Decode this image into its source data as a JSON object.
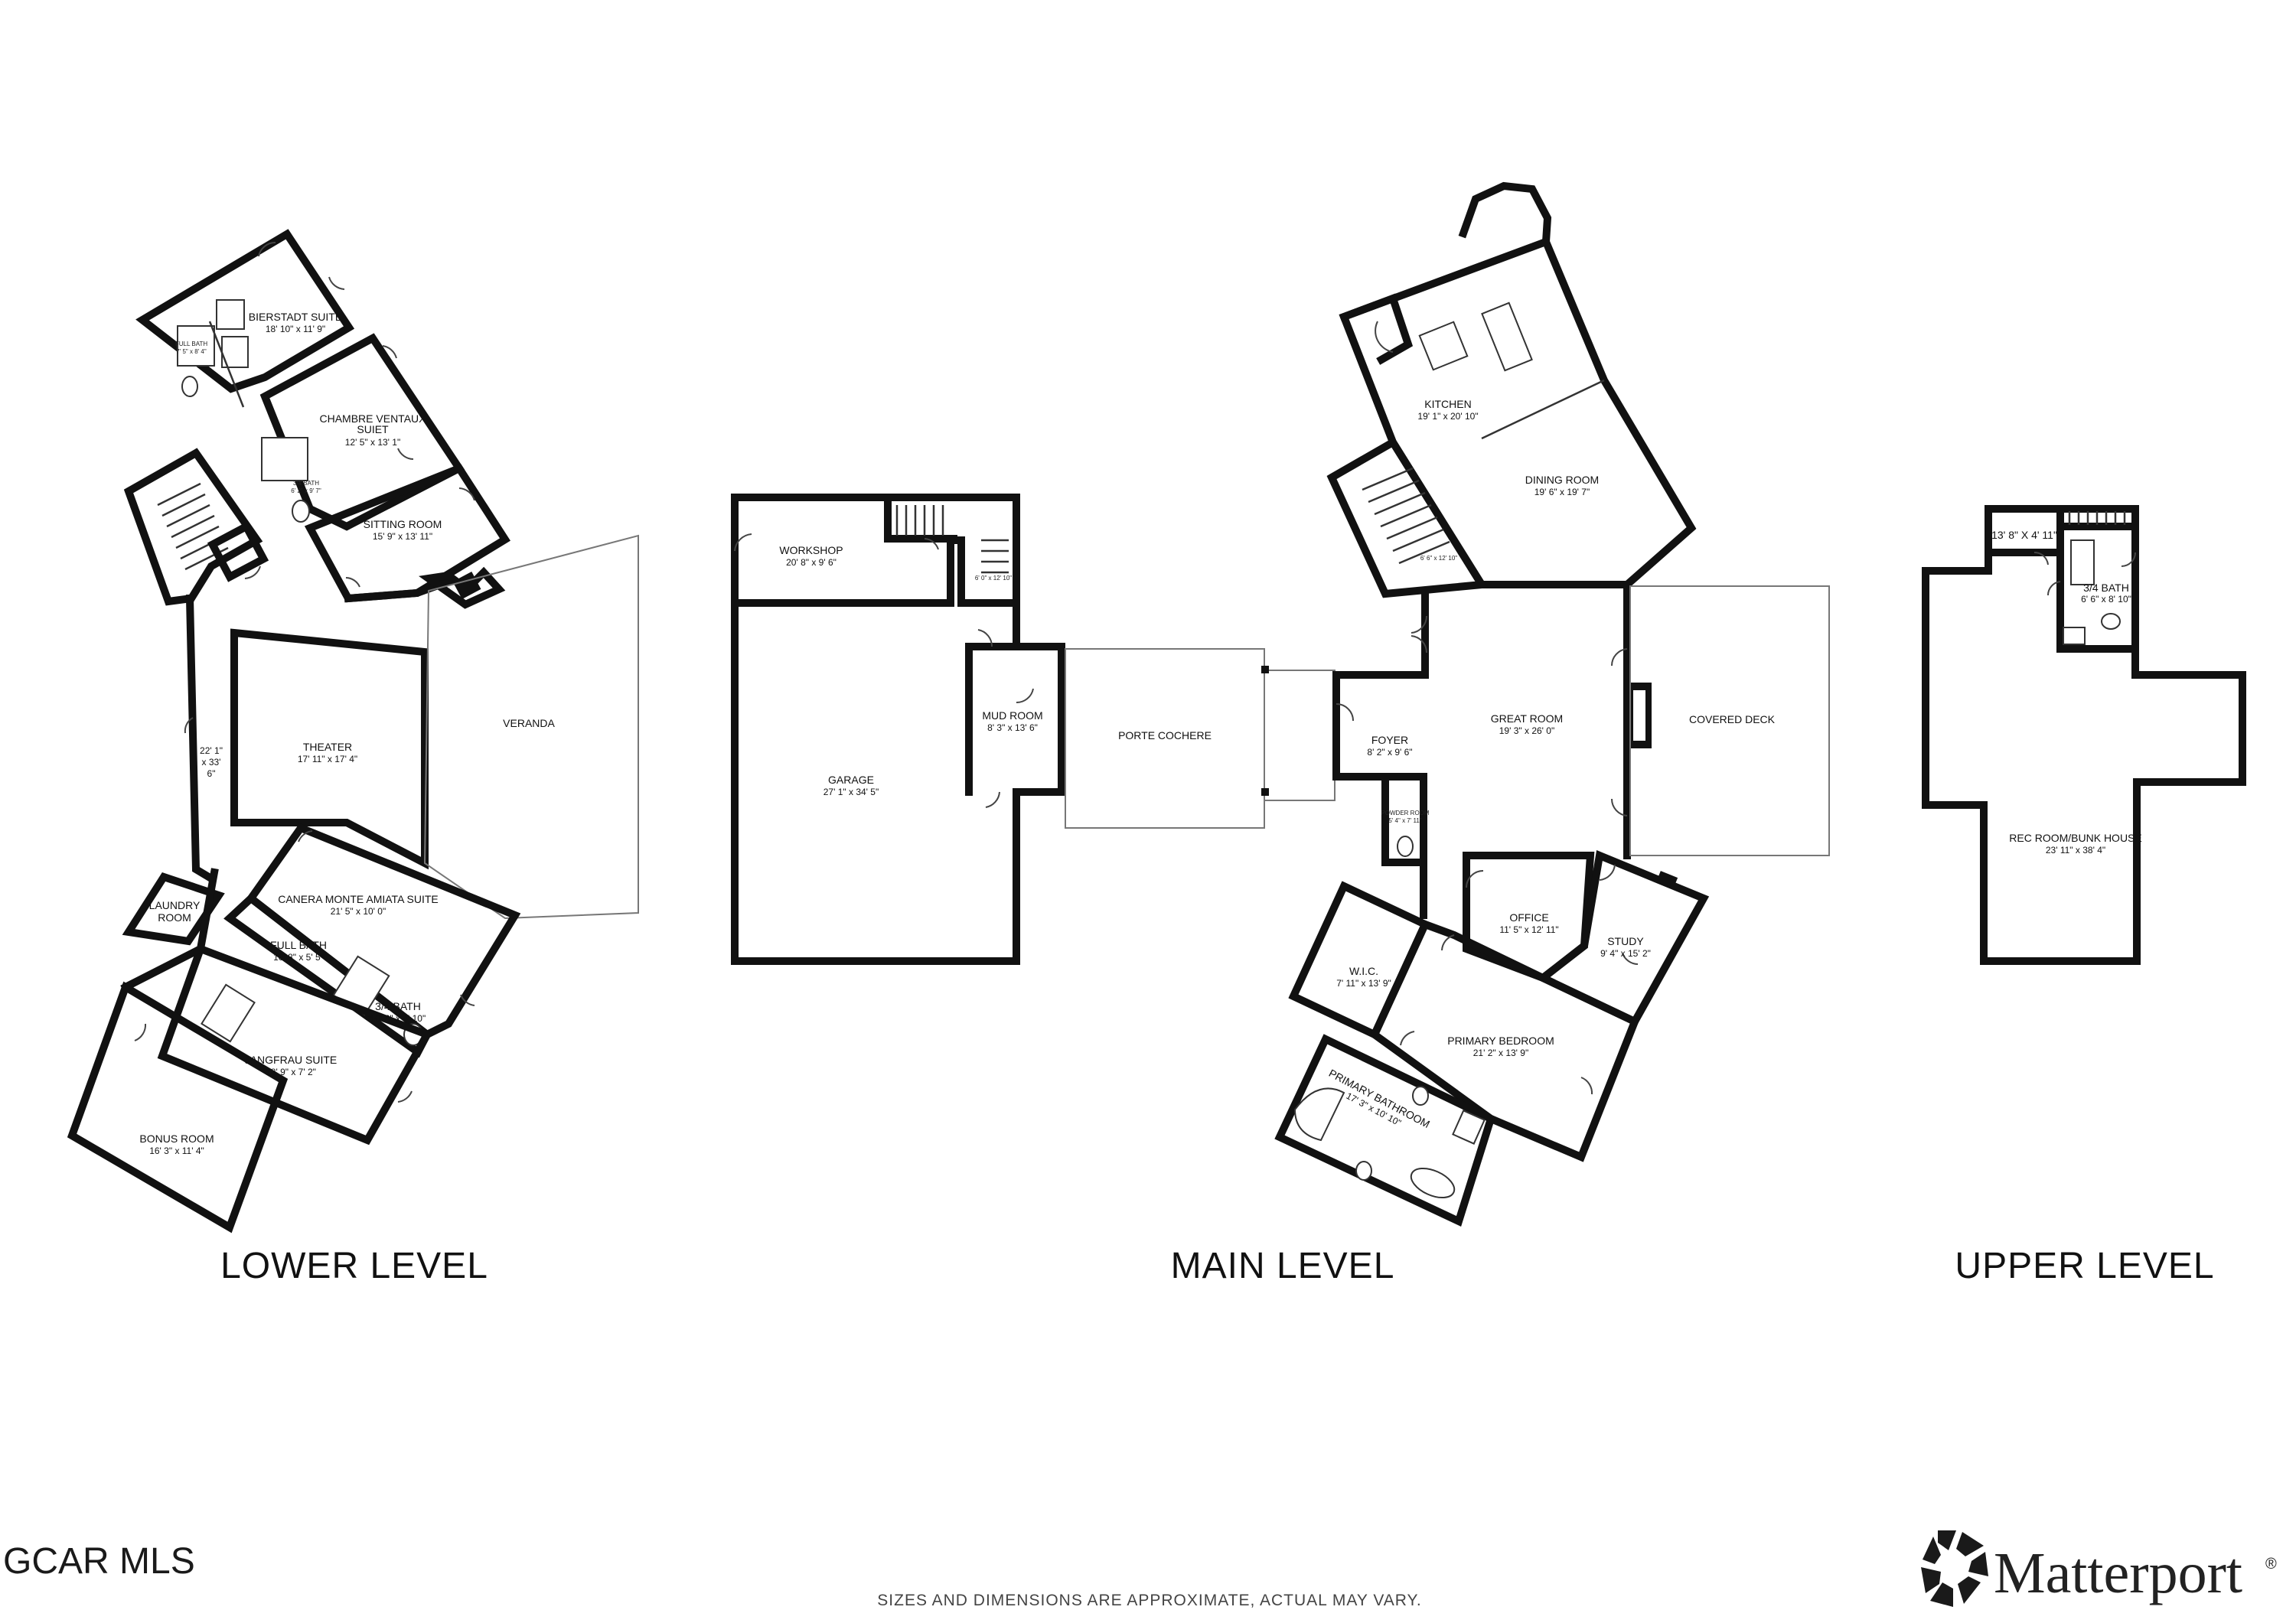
{
  "levels": {
    "lower": {
      "title": "LOWER LEVEL",
      "rooms": [
        {
          "name": "BIERSTADT SUITE",
          "dim": "18' 10\" x 11' 9\""
        },
        {
          "name": "CHAMBRE VENTAUX",
          "name2": "SUIET",
          "dim": "12' 5\" x 13' 1\""
        },
        {
          "name": "SITTING ROOM",
          "dim": "15' 9\" x 13' 11\""
        },
        {
          "name": "THEATER",
          "dim": "17' 11\" x 17' 4\""
        },
        {
          "name": "VERANDA"
        },
        {
          "name": "22' 1\"",
          "name2": "x 33'",
          "dim": "6\""
        },
        {
          "name": "LAUNDRY",
          "name2": "ROOM"
        },
        {
          "name": "CANERA MONTE AMIATA SUITE",
          "dim": "21' 5\" x 10' 0\""
        },
        {
          "name": "FULL BATH",
          "dim": "10' 8\" x 5' 5\""
        },
        {
          "name": "3/4 BATH",
          "dim": "10' 6\" x 4' 10\""
        },
        {
          "name": "JANGFRAU SUITE",
          "dim": "18' 9\" x 7' 2\""
        },
        {
          "name": "BONUS ROOM",
          "dim": "16' 3\" x 11' 4\""
        }
      ],
      "small": {
        "full_bath": "FULL BATH",
        "full_bath_dim": "7' 5\" x 8' 4\"",
        "half_bath": "3/4 BATH",
        "half_bath_dim": "6' 2\" x 9' 7\""
      }
    },
    "main": {
      "title": "MAIN LEVEL",
      "rooms": [
        {
          "name": "WORKSHOP",
          "dim": "20' 8\" x 9' 6\""
        },
        {
          "name": "GARAGE",
          "dim": "27' 1\" x 34' 5\""
        },
        {
          "name": "MUD ROOM",
          "dim": "8' 3\" x 13' 6\""
        },
        {
          "name": "PORTE COCHERE"
        },
        {
          "name": "KITCHEN",
          "dim": "19' 1\" x 20' 10\""
        },
        {
          "name": "DINING ROOM",
          "dim": "19' 6\" x 19' 7\""
        },
        {
          "name": "FOYER",
          "dim": "8' 2\" x 9' 6\""
        },
        {
          "name": "GREAT ROOM",
          "dim": "19' 3\" x 26' 0\""
        },
        {
          "name": "COVERED DECK"
        },
        {
          "name": "OFFICE",
          "dim": "11' 5\" x 12' 11\""
        },
        {
          "name": "STUDY",
          "dim": "9' 4\" x 15' 2\""
        },
        {
          "name": "W.I.C.",
          "dim": "7' 11\" x 13' 9\""
        },
        {
          "name": "PRIMARY BEDROOM",
          "dim": "21' 2\" x 13' 9\""
        },
        {
          "name": "PRIMARY BATHROOM",
          "dim": "17' 3\" x 10' 10\""
        }
      ],
      "small": {
        "stair1": "6' 0\" x 12' 10\"",
        "stair2": "6' 6\" x 12' 10\"",
        "powder": "POWDER ROOM",
        "powder_dim": "5' 4\" x 7' 11\""
      }
    },
    "upper": {
      "title": "UPPER LEVEL",
      "rooms": [
        {
          "name": "13' 8\" x 4' 11\""
        },
        {
          "name": "3/4 BATH",
          "dim": "6' 6\" x 8' 10\""
        },
        {
          "name": "REC ROOM/BUNK HOUSE",
          "dim": "23' 11\" x 38' 4\""
        }
      ]
    }
  },
  "footer": {
    "disclaimer": "SIZES AND DIMENSIONS ARE APPROXIMATE, ACTUAL MAY VARY.",
    "watermark": "GCAR MLS",
    "brand": "Matterport",
    "brand_mark": "®",
    "logo_icon": "matterport-logo-icon"
  }
}
